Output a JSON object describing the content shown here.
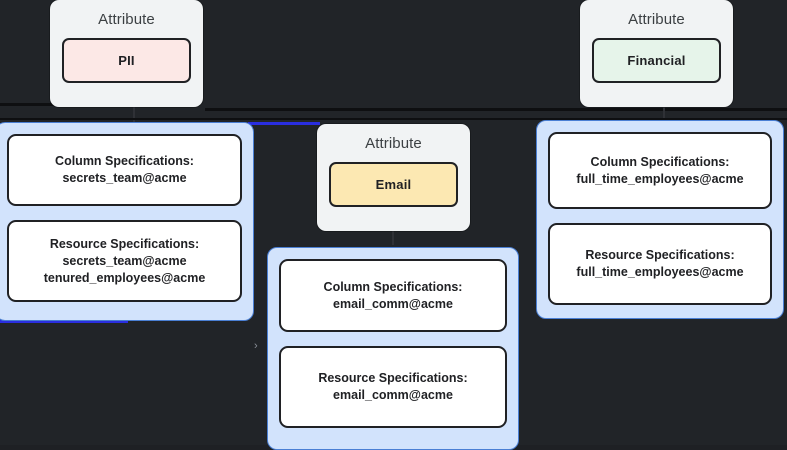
{
  "theme": {
    "canvas_bg": "#212428",
    "attribute_card_bg": "#f1f3f4",
    "group_bg": "#d2e3fc",
    "group_border": "#4a7fd4",
    "connector_blue": "#2a2ee0",
    "badge_pii_bg": "#fce8e6",
    "badge_financial_bg": "#e6f4ea",
    "badge_email_bg": "#fce8b2",
    "text_dark": "#202124",
    "title_gray": "#3c4043"
  },
  "attributes": [
    {
      "id": "pii",
      "title": "Attribute",
      "badge_label": "PII",
      "badge_color": "#fce8e6"
    },
    {
      "id": "email",
      "title": "Attribute",
      "badge_label": "Email",
      "badge_color": "#fce8b2"
    },
    {
      "id": "financial",
      "title": "Attribute",
      "badge_label": "Financial",
      "badge_color": "#e6f4ea"
    }
  ],
  "groups": [
    {
      "id": "pii-group",
      "specs": [
        {
          "heading": "Column Specifications:",
          "entries": [
            "secrets_team@acme"
          ]
        },
        {
          "heading": "Resource Specifications:",
          "entries": [
            "secrets_team@acme",
            "tenured_employees@acme"
          ]
        }
      ]
    },
    {
      "id": "email-group",
      "specs": [
        {
          "heading": "Column Specifications:",
          "entries": [
            "email_comm@acme"
          ]
        },
        {
          "heading": "Resource Specifications:",
          "entries": [
            "email_comm@acme"
          ]
        }
      ]
    },
    {
      "id": "financial-group",
      "specs": [
        {
          "heading": "Column Specifications:",
          "entries": [
            "full_time_employees@acme"
          ]
        },
        {
          "heading": "Resource Specifications:",
          "entries": [
            "full_time_employees@acme"
          ]
        }
      ]
    }
  ],
  "misc": {
    "collapse_chevron": "›"
  }
}
